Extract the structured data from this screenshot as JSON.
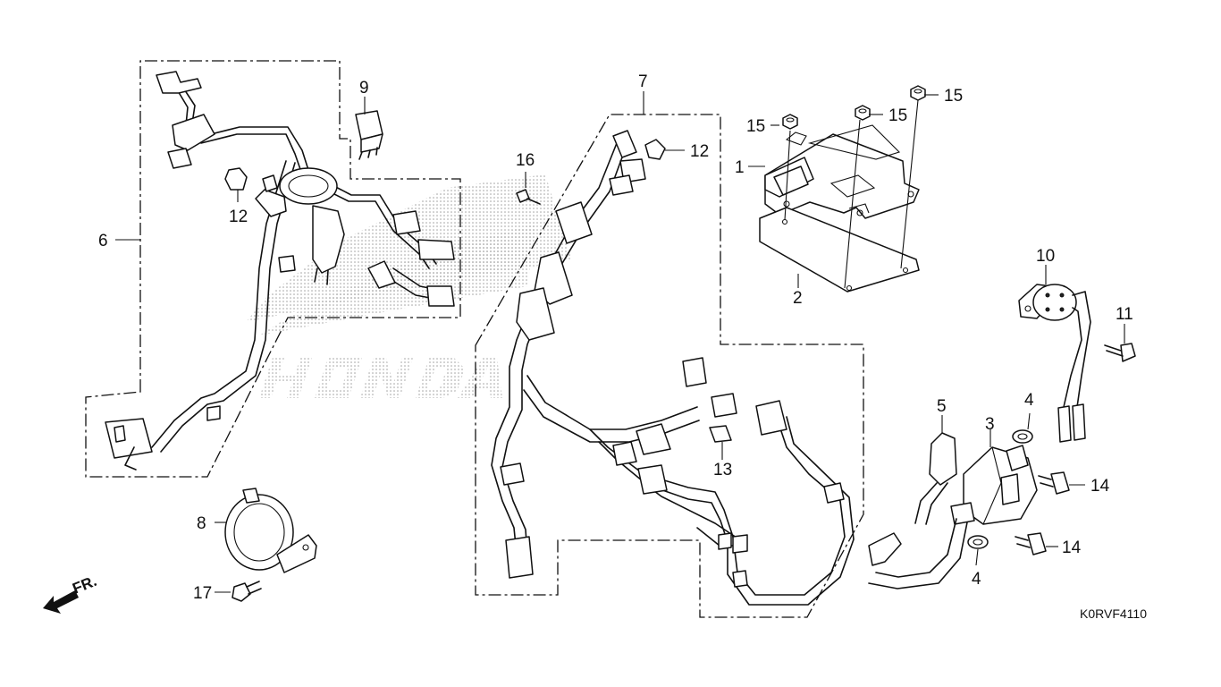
{
  "diagram": {
    "drawing_code": "K0RVF4110",
    "front_marker": "FR.",
    "watermark_text": "HONDA",
    "callouts": [
      "1",
      "2",
      "3",
      "4",
      "4",
      "5",
      "6",
      "7",
      "8",
      "9",
      "10",
      "11",
      "12",
      "12",
      "13",
      "14",
      "14",
      "15",
      "15",
      "15",
      "16",
      "17"
    ]
  }
}
